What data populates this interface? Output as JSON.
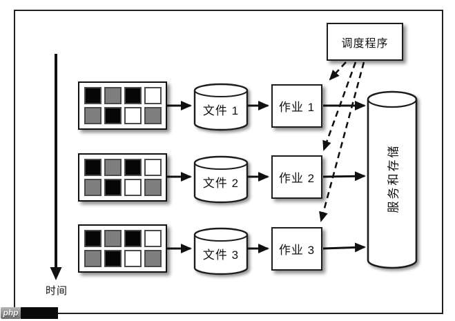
{
  "diagram": {
    "scheduler": {
      "label": "调度程序"
    },
    "time_axis": {
      "label": "时间"
    },
    "storage": {
      "label": "服务和存储"
    },
    "rows": [
      {
        "file_label": "文件 1",
        "job_label": "作业 1"
      },
      {
        "file_label": "文件 2",
        "job_label": "作业 2"
      },
      {
        "file_label": "文件 3",
        "job_label": "作业 3"
      }
    ],
    "block_pattern": [
      "black",
      "gray",
      "black",
      "white",
      "gray",
      "black",
      "white",
      "gray"
    ],
    "colors": {
      "black": "#060606",
      "gray": "#7f7f7f",
      "white": "#ffffff"
    }
  },
  "watermark": {
    "label": "php"
  }
}
